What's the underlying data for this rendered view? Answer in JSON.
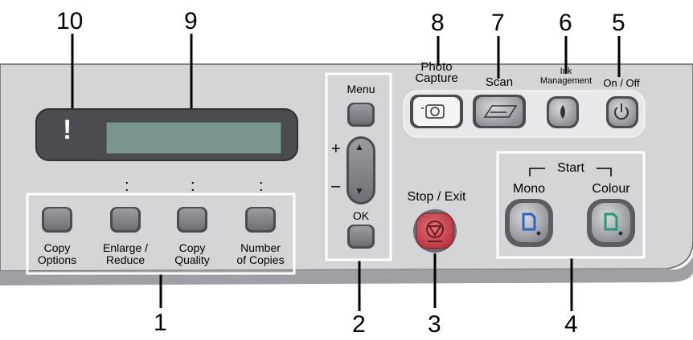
{
  "callouts": {
    "c1": "1",
    "c2": "2",
    "c3": "3",
    "c4": "4",
    "c5": "5",
    "c6": "6",
    "c7": "7",
    "c8": "8",
    "c9": "9",
    "c10": "10"
  },
  "lcd": {
    "warning_symbol": "!"
  },
  "copy_buttons": {
    "copy_options_line1": "Copy",
    "copy_options_line2": "Options",
    "enlarge_line1": "Enlarge /",
    "enlarge_line2": "Reduce",
    "quality_line1": "Copy",
    "quality_line2": "Quality",
    "number_line1": "Number",
    "number_line2": "of Copies"
  },
  "menu_keys": {
    "menu": "Menu",
    "ok": "OK",
    "plus": "+",
    "minus": "–",
    "up": "▲",
    "down": "▼"
  },
  "stop_exit": "Stop / Exit",
  "top_keys": {
    "photo_line1": "Photo",
    "photo_line2": "Capture",
    "scan": "Scan",
    "ink_line1": "Ink",
    "ink_line2": "Management",
    "onoff": "On / Off"
  },
  "start": {
    "title": "Start",
    "mono": "Mono",
    "colour": "Colour"
  },
  "colors": {
    "panel": "#d4d5d7",
    "lcd_screen": "#7a9590",
    "lcd_frame": "#4a4c50",
    "stop": "#c8424e",
    "mono_icon": "#2b64c6",
    "colour_icon": "#1f9a7a"
  }
}
